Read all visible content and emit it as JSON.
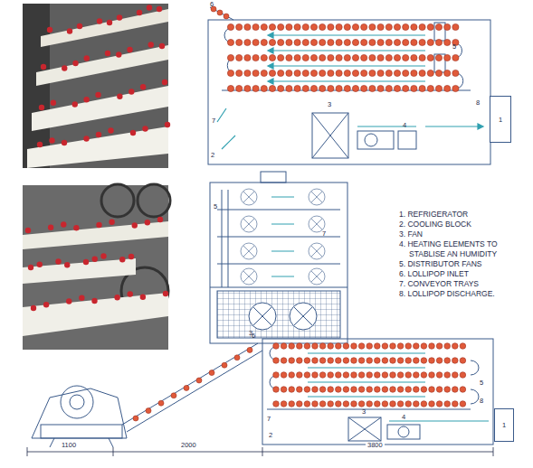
{
  "diagram": {
    "nodes": [
      {
        "text": [
          "1"
        ]
      },
      {
        "text": [
          "1"
        ]
      }
    ],
    "labels": [
      "1. REFRIGERATOR",
      "2. COOLING BLOCK",
      "3. FAN",
      "4. HEATING ELEMENTS TO STABLISE AN HUMIDITY",
      "5. DISTRIBUTOR FANS",
      "6. LOLLIPOP INLET",
      "7. CONVEYOR TRAYS",
      "8. LOLLIPOP DISCHARGE.",
      "6",
      "7",
      "2",
      "3",
      "4",
      "5",
      "8",
      "3",
      "5",
      "7",
      "6",
      "7",
      "2",
      "3",
      "4",
      "5",
      "8",
      "1100",
      "2000",
      "3800"
    ]
  }
}
